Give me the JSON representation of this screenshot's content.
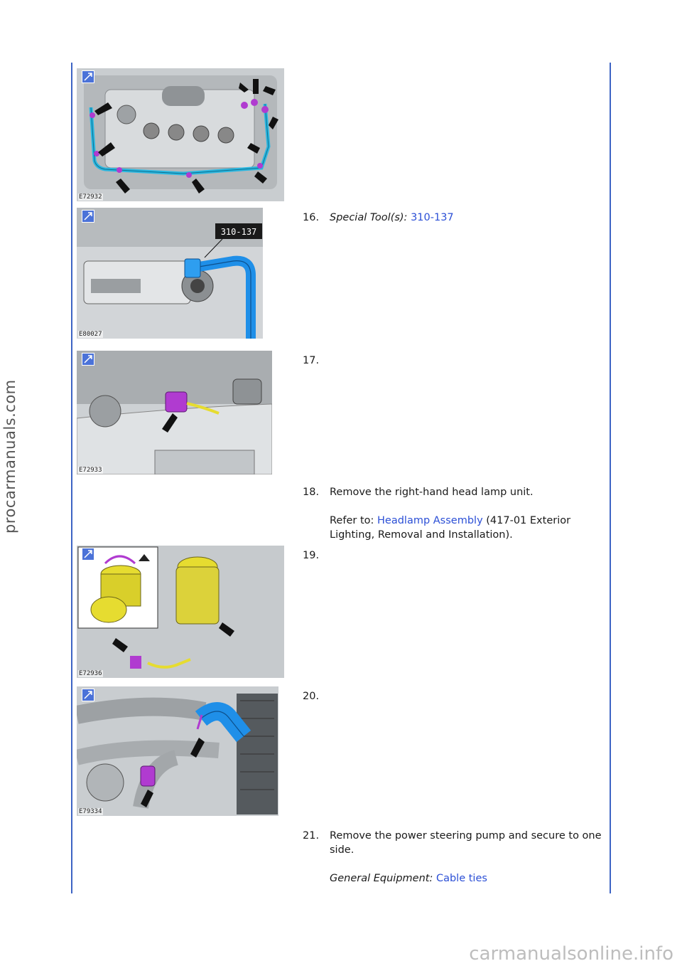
{
  "watermark_side": "procarmanuals.com",
  "watermark_footer": "carmanualsonline.info",
  "figures": [
    {
      "label": "E72932"
    },
    {
      "label": "E80027",
      "tool_tag": "310-137"
    },
    {
      "label": "E72933"
    },
    {
      "label": "E72936"
    },
    {
      "label": "E79334"
    }
  ],
  "steps": {
    "s16": {
      "num": "16.",
      "label": "Special Tool(s):",
      "link": "310-137"
    },
    "s17": {
      "num": "17."
    },
    "s18": {
      "num": "18.",
      "text": "Remove the right-hand head lamp unit.",
      "ref_prefix": "Refer to: ",
      "ref_link": "Headlamp Assembly",
      "ref_suffix": " (417-01 Exterior Lighting, Removal and Installation)."
    },
    "s19": {
      "num": "19."
    },
    "s20": {
      "num": "20."
    },
    "s21": {
      "num": "21.",
      "text": "Remove the power steering pump and secure to one side.",
      "label": "General Equipment:",
      "link": "Cable ties"
    }
  },
  "colors": {
    "accent_line": "#3d64c4",
    "link": "#2b4fd6",
    "highlight_purple": "#b03bd0",
    "highlight_cyan": "#2bb7e0",
    "highlight_yellow": "#e6dc30",
    "highlight_blue": "#1f8fe8"
  }
}
